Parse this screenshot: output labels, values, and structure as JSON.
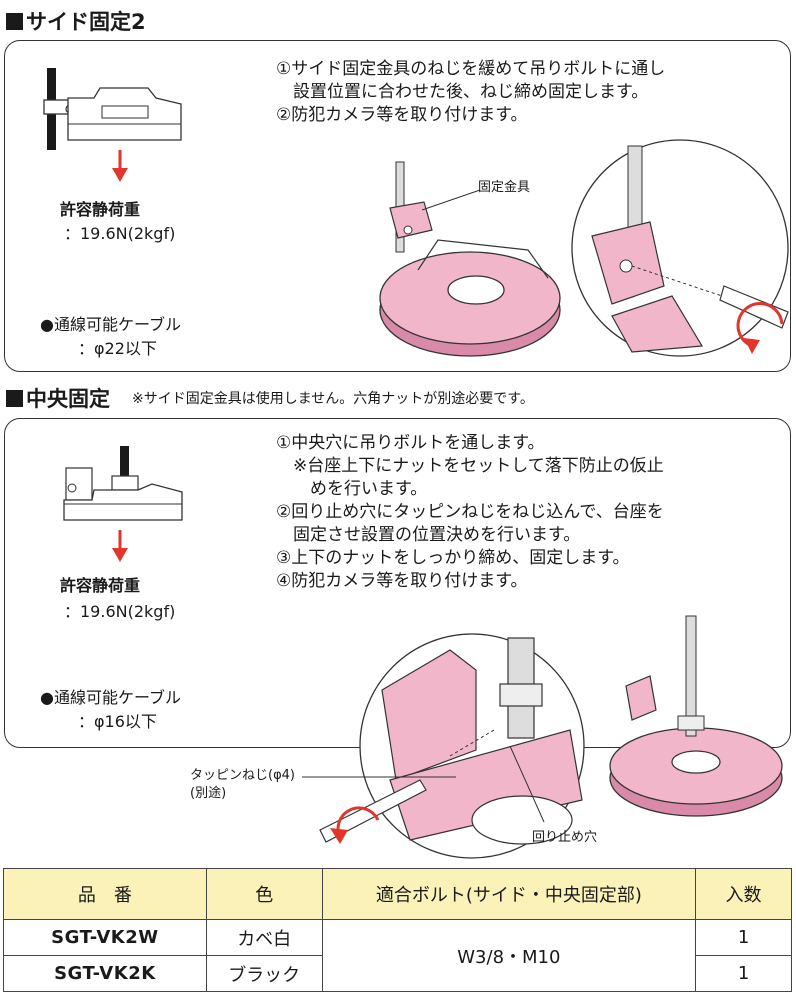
{
  "side": {
    "title": "サイド固定2",
    "steps": [
      "①サイド固定金具のねじを緩めて吊りボルトに通し",
      "　設置位置に合わせた後、ねじ締め固定します。",
      "②防犯カメラ等を取り付けます。"
    ],
    "callout": "固定金具",
    "load_label": "許容静荷重",
    "load_value": "：19.6N(2kgf)",
    "cable_label": "●通線可能ケーブル",
    "cable_value": "：φ22以下"
  },
  "center": {
    "title": "中央固定",
    "note": "※サイド固定金具は使用しません。六角ナットが別途必要です。",
    "steps": [
      "①中央穴に吊りボルトを通します。",
      "　※台座上下にナットをセットして落下防止の仮止",
      "　　めを行います。",
      "②回り止め穴にタッピンねじをねじ込んで、台座を",
      "　固定させ設置の位置決めを行います。",
      "③上下のナットをしっかり締め、固定します。",
      "④防犯カメラ等を取り付けます。"
    ],
    "load_label": "許容静荷重",
    "load_value": "：19.6N(2kgf)",
    "cable_label": "●通線可能ケーブル",
    "cable_value": "：φ16以下",
    "callout_screw": "タッピンねじ(φ4)",
    "callout_screw_sub": "(別途)",
    "callout_hole": "回り止め穴"
  },
  "table": {
    "headers": [
      "品　番",
      "色",
      "適合ボルト(サイド・中央固定部)",
      "入数"
    ],
    "rows": [
      {
        "part": "SGT-VK2W",
        "color": "カベ白",
        "qty": "1"
      },
      {
        "part": "SGT-VK2K",
        "color": "ブラック",
        "qty": "1"
      }
    ],
    "bolt": "W3/8・M10"
  },
  "colors": {
    "pink": "#f2b6cb",
    "pink_dark": "#d98aa8",
    "arrow_red": "#e2352b",
    "header_yellow": "#fbf2b9"
  }
}
